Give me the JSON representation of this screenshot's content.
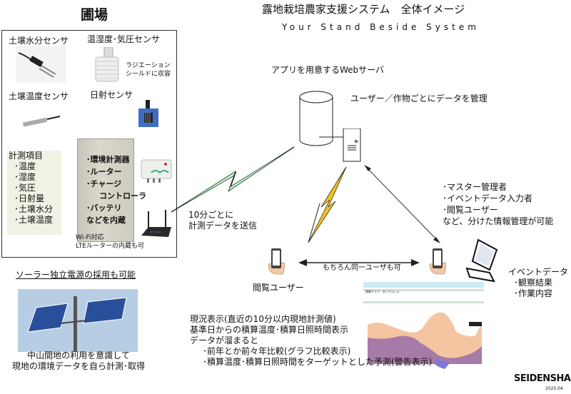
{
  "header": {
    "main_title": "露地栽培農家支援システム　全体イメージ",
    "subtitle": "Your Stand Beside System"
  },
  "field": {
    "title": "圃場",
    "sensors": {
      "soil_moisture": "土壌水分センサ",
      "temp_humidity_pressure": "温湿度･気圧センサ",
      "radiation_shield_line1": "ラジエーション",
      "radiation_shield_line2": "シールドに収容",
      "soil_temperature": "土壌温度センサ",
      "solar_radiation": "日射センサ"
    },
    "measurement_items": {
      "title": "計測項目",
      "items": [
        "･温度",
        "･湿度",
        "･気圧",
        "･日射量",
        "･土壌水分",
        "･土壌温度"
      ]
    },
    "cabinet_contents": [
      "･環境計測器",
      "･ルーター",
      "･チャージ",
      "コントローラ",
      "･バッテリ",
      "などを内蔵"
    ],
    "router_note_line1": "Wi-Fi対応",
    "router_note_line2": "LTEルーターの内蔵も可"
  },
  "solar": {
    "title": "ソーラー独立電源の採用も可能",
    "caption_line1": "中山間地の利用を意識して",
    "caption_line2": "現地の環境データを自ら計測･取得"
  },
  "server": {
    "label": "アプリを用意するWebサーバ",
    "data_management": "ユーザー／作物ごとにデータを管理"
  },
  "transmission": {
    "line1": "10分ごとに",
    "line2": "計測データを送信"
  },
  "roles": {
    "items": [
      "･マスター管理者",
      "･イベントデータ入力者",
      "･閲覧ユーザー",
      "など、分けた情報管理が可能"
    ]
  },
  "users": {
    "viewer_label": "閲覧ユーザー",
    "same_user_note": "もちろん同一ユーザも可"
  },
  "event_data": {
    "title": "イベントデータ",
    "items": [
      "･観察結果",
      "･作業内容"
    ]
  },
  "features": {
    "lines": [
      "現況表示(直近の10分以内現地計測値)",
      "基準日からの積算温度･積算日照時間表示",
      "データが溜まると"
    ],
    "sub_items": [
      "･前年とか前々年比較(グラフ比較表示)",
      "･積算温度･積算日照時間をターゲットとした予測(警告表示)"
    ]
  },
  "chart_panel": {
    "header_title": "積算グラフ - おいでんしゃ",
    "colors": {
      "orange_area": "#f5c4a0",
      "purple_area": "#a67ba8",
      "blue_area": "#7b78d6",
      "header_blue": "#cdeaf3",
      "header_green": "#cfe2d4"
    }
  },
  "footer": {
    "logo": "SEIDENSHA",
    "date": "2025.04"
  },
  "colors": {
    "green_bolt": "#c8f0d4",
    "yellow_bolt": "#f0c020",
    "measure_bg": "#eef3e4"
  }
}
